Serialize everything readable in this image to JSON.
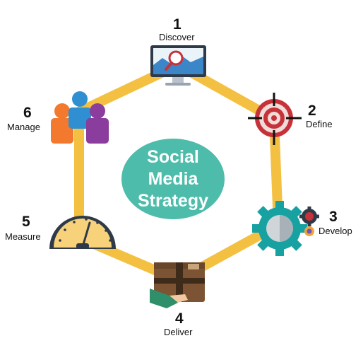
{
  "center": {
    "line1": "Social",
    "line2": "Media",
    "line3": "Strategy"
  },
  "steps": [
    {
      "number": "1",
      "label": "Discover",
      "icon": "monitor-magnifier-icon"
    },
    {
      "number": "2",
      "label": "Define",
      "icon": "target-crosshair-icon"
    },
    {
      "number": "3",
      "label": "Develop",
      "icon": "gears-icon"
    },
    {
      "number": "4",
      "label": "Deliver",
      "icon": "package-handoff-icon"
    },
    {
      "number": "5",
      "label": "Measure",
      "icon": "gauge-icon"
    },
    {
      "number": "6",
      "label": "Manage",
      "icon": "team-people-icon"
    }
  ],
  "colors": {
    "ring": "#f4c042",
    "center": "#4dbcaa",
    "center_text": "#ffffff",
    "target_red": "#c7323a",
    "gear_teal": "#17a1a1",
    "box_brown": "#7c5433"
  }
}
